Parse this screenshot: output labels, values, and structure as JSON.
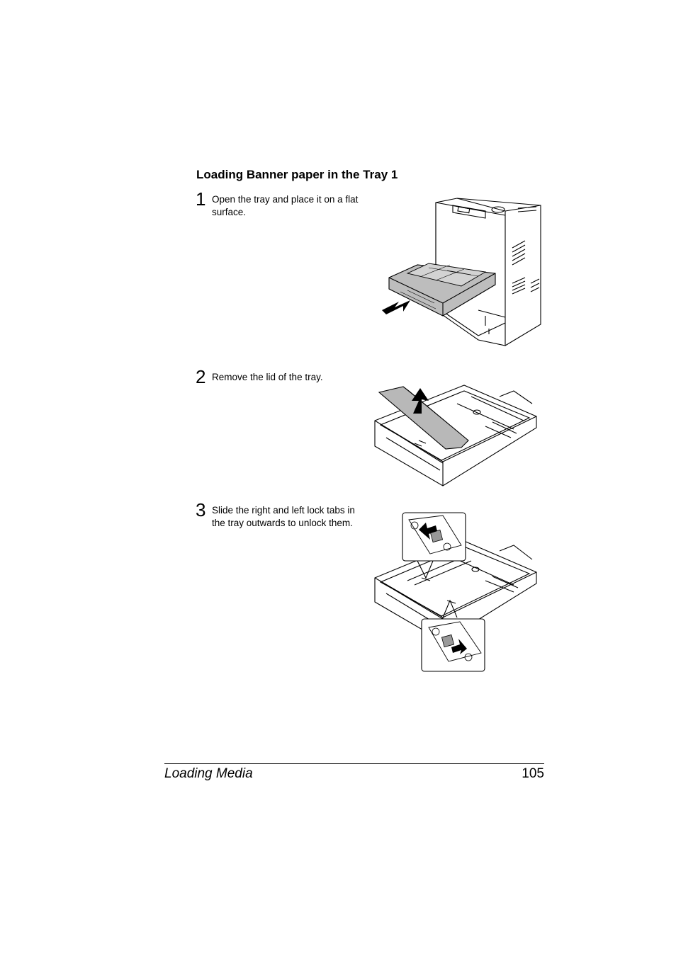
{
  "section": {
    "title": "Loading Banner paper in the Tray 1"
  },
  "steps": [
    {
      "number": "1",
      "text": "Open the tray and place it on a flat surface."
    },
    {
      "number": "2",
      "text": "Remove the lid of the tray."
    },
    {
      "number": "3",
      "text": "Slide the right and left lock tabs in the tray outwards to unlock them."
    }
  ],
  "footer": {
    "chapter": "Loading Media",
    "page_number": "105"
  }
}
